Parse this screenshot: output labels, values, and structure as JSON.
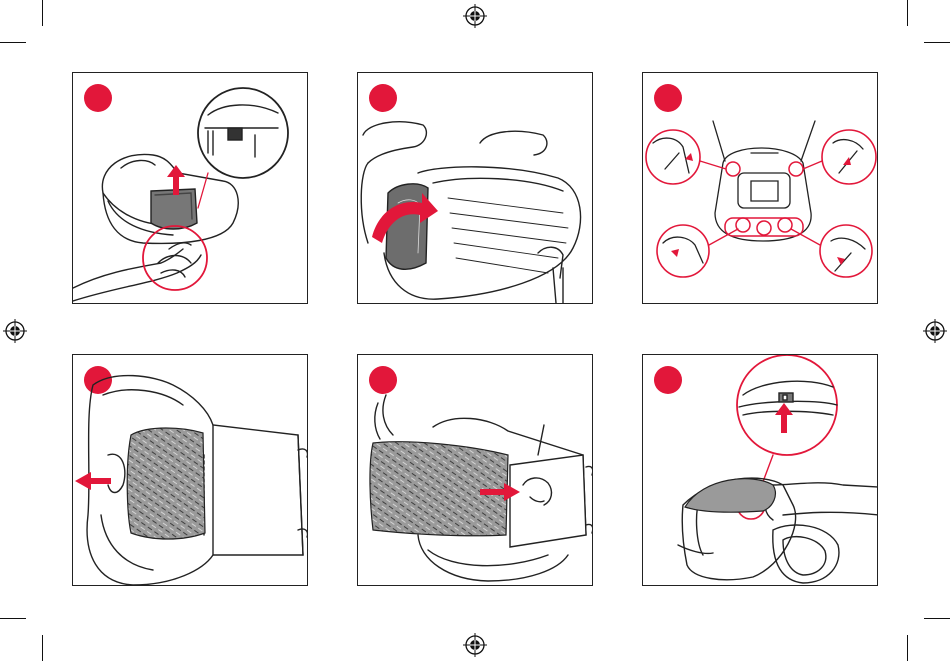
{
  "document": {
    "type": "instruction-sheet",
    "accent_color": "#e2173a",
    "line_color": "#222222",
    "pattern_color": "#8a8a8a"
  },
  "steps": [
    {
      "icon": "step-1-remove-cover-pocket-illustration"
    },
    {
      "icon": "step-2-fold-seat-cover-illustration"
    },
    {
      "icon": "step-3-unhook-elastic-loops-illustration"
    },
    {
      "icon": "step-4-pull-cover-through-armrest-illustration"
    },
    {
      "icon": "step-5-remove-seat-pad-illustration"
    },
    {
      "icon": "step-6-reinsert-hook-illustration"
    }
  ],
  "printer_marks": {
    "registration_marks": 4,
    "crop_marks": 8
  }
}
